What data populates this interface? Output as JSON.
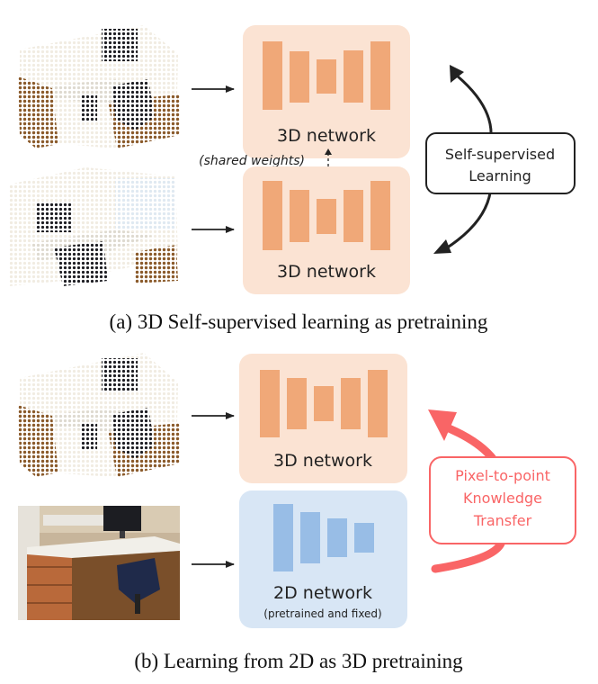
{
  "colors": {
    "network_3d_bg": "#fbe3d3",
    "network_3d_bars": "#f0a878",
    "network_2d_bg": "#d8e6f5",
    "network_2d_bars": "#98bde6",
    "transfer_accent": "#f96566",
    "arrows": "#222222",
    "pc_wall": "#efeadf",
    "pc_floor": "#8a5c2c",
    "pc_dark": "#1e1e22",
    "pc_desk": "#ddd9cf"
  },
  "panel_a": {
    "caption": "(a) 3D Self-supervised learning as pretraining",
    "network_top_label": "3D network",
    "network_bottom_label": "3D network",
    "shared_weights_label": "(shared weights)",
    "ssl_box_line1": "Self-supervised",
    "ssl_box_line2": "Learning"
  },
  "panel_b": {
    "caption": "(b) Learning from 2D as 3D pretraining",
    "network_3d_label": "3D network",
    "network_2d_label": "2D network",
    "network_2d_sublabel": "(pretrained and fixed)",
    "transfer_line1": "Pixel-to-point",
    "transfer_line2": "Knowledge",
    "transfer_line3": "Transfer"
  },
  "icons": {
    "point_cloud": "point-cloud-scan",
    "photo": "rgb-photo"
  }
}
